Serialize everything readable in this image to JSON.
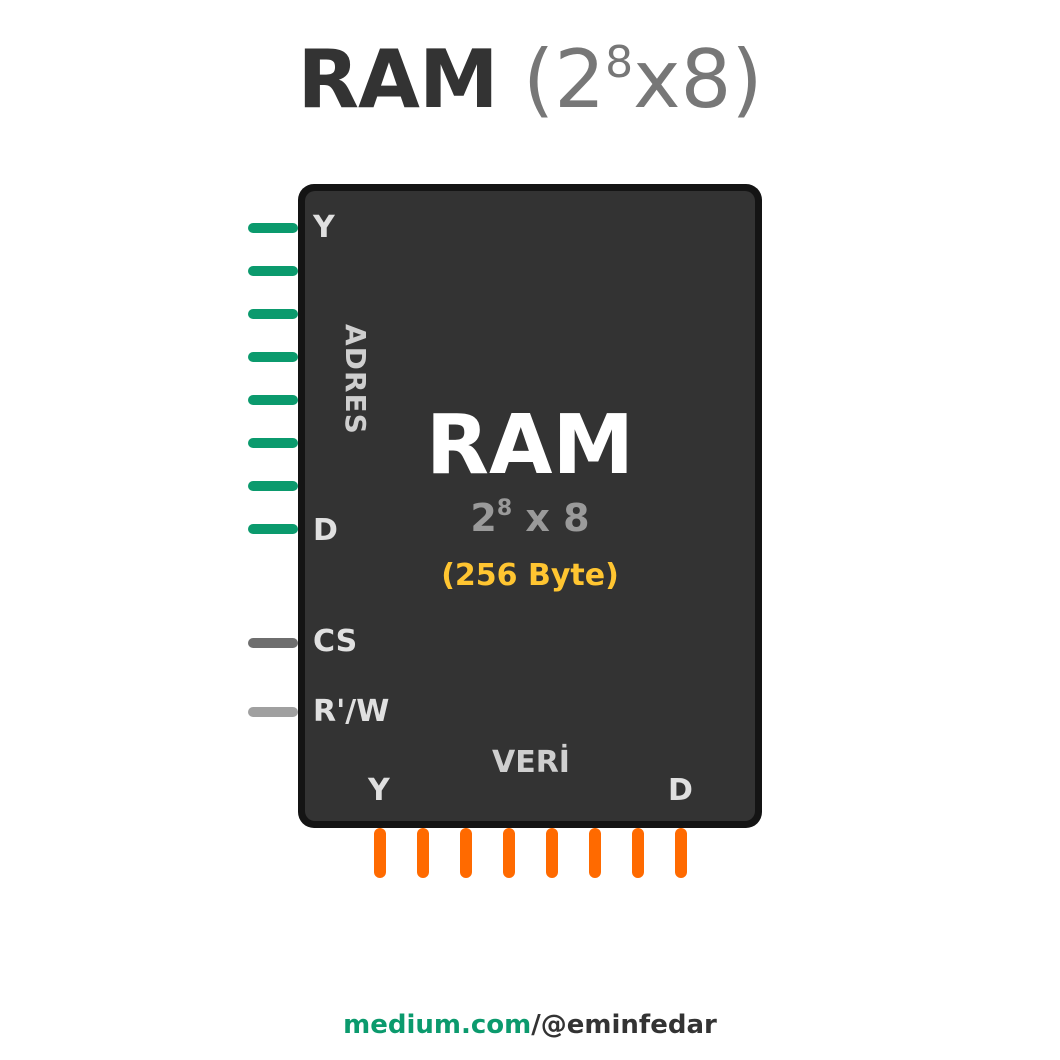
{
  "title": {
    "main": "RAM",
    "sub_open": "(2",
    "sub_exp": "8",
    "sub_close": "x8)"
  },
  "chip": {
    "name": "RAM",
    "size_base": "2",
    "size_exp": "8",
    "size_rest": " x 8",
    "bytes": "(256 Byte)",
    "address_label": "ADRES",
    "address_msb": "Y",
    "address_lsb": "D",
    "cs_label": "CS",
    "rw_label": "R'/W",
    "data_label": "VERİ",
    "data_msb": "Y",
    "data_lsb": "D"
  },
  "colors": {
    "address_pins": "#0b9a6d",
    "cs_pin": "#6e6e6e",
    "rw_pin": "#a0a0a0",
    "data_pins": "#ff6a00",
    "bytes_text": "#ffc531",
    "chip_body": "#333333",
    "chip_border": "#141414"
  },
  "footer": {
    "site": "medium.com",
    "handle": "/@eminfedar",
    "site_color": "#0b9a6d",
    "handle_color": "#333333"
  }
}
